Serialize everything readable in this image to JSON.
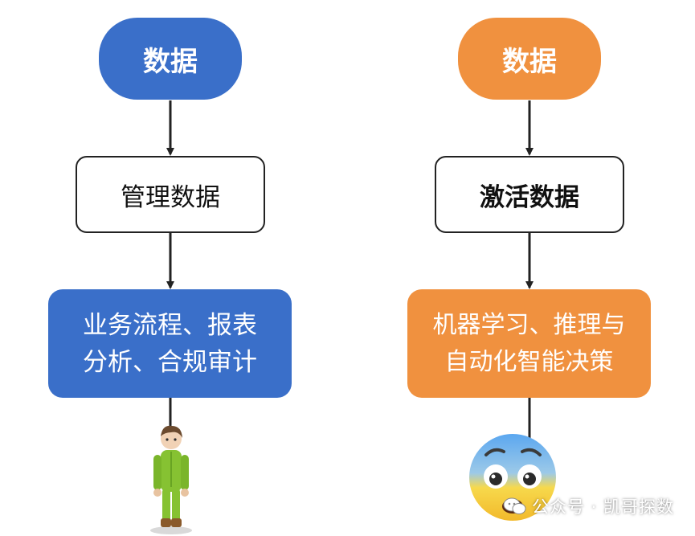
{
  "colors": {
    "blue": "#3A6FC9",
    "orange": "#F0913F",
    "line": "#222222"
  },
  "left_flow": {
    "start": "数据",
    "middle": "管理数据",
    "result": "业务流程、报表\n分析、合规审计",
    "figure_icon": "person-figure-icon"
  },
  "right_flow": {
    "start": "数据",
    "middle": "激活数据",
    "result": "机器学习、推理与\n自动化智能决策",
    "figure_icon": "shocked-face-emoji-icon"
  },
  "watermark": {
    "text": "公众号 · 凯哥探数",
    "icon": "wechat-icon"
  }
}
